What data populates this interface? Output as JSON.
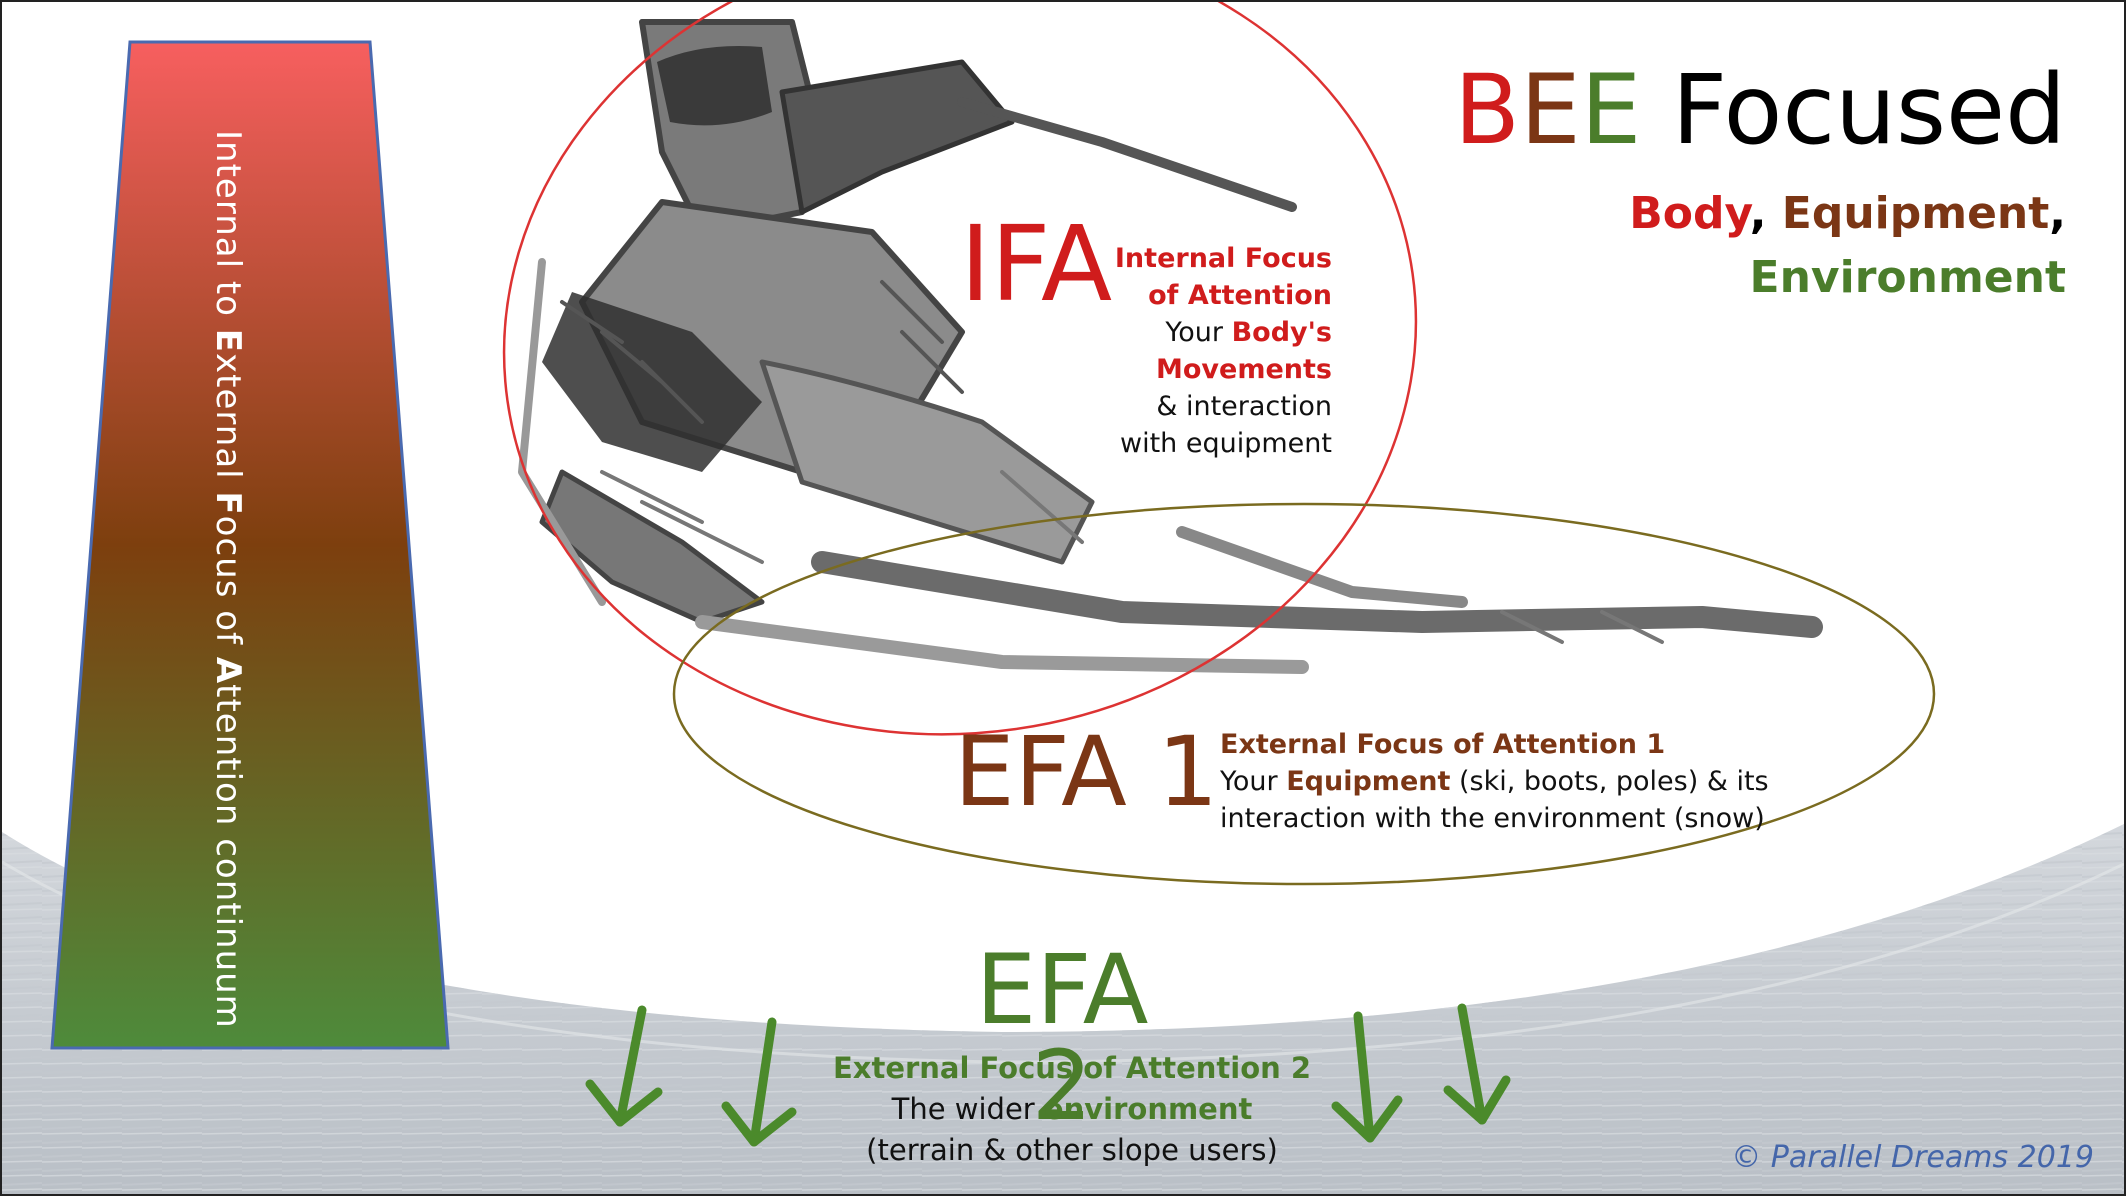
{
  "title": {
    "b": "B",
    "e1": "E",
    "e2": "E",
    "rest": " Focused"
  },
  "subtitle": {
    "body": "Body",
    "comma1": ",",
    "equipment": "Equipment",
    "comma2": ",",
    "environment": "Environment"
  },
  "continuum": {
    "t1": "Internal to ",
    "e": "E",
    "t2": "xternal ",
    "f": "F",
    "t3": "ocus of ",
    "a": "A",
    "t4": "ttention continuum"
  },
  "ifa": {
    "label": "IFA",
    "heading": "Internal Focus of Attention",
    "line1_prefix": "Your ",
    "line1_highlight": "Body's Movements",
    "line2": "& interaction with equipment"
  },
  "efa1": {
    "label": "EFA 1",
    "heading": "External Focus of Attention 1",
    "line1_prefix": "Your ",
    "line1_highlight": "Equipment",
    "line1_suffix": " (ski, boots, poles) & its",
    "line2": "interaction with the environment (snow)"
  },
  "efa2": {
    "label": "EFA 2",
    "heading": "External Focus of Attention 2",
    "line1_prefix": "The wider ",
    "line1_highlight": "environment",
    "line2": "(terrain & other slope users)"
  },
  "copyright": "© Parallel Dreams 2019",
  "colors": {
    "body": "#d01c1c",
    "equipment": "#7b3615",
    "environment": "#4b7d2b",
    "copyright": "#4466aa"
  },
  "icons": [
    "skier-illustration",
    "snow-slope",
    "arrow-down-icon"
  ]
}
